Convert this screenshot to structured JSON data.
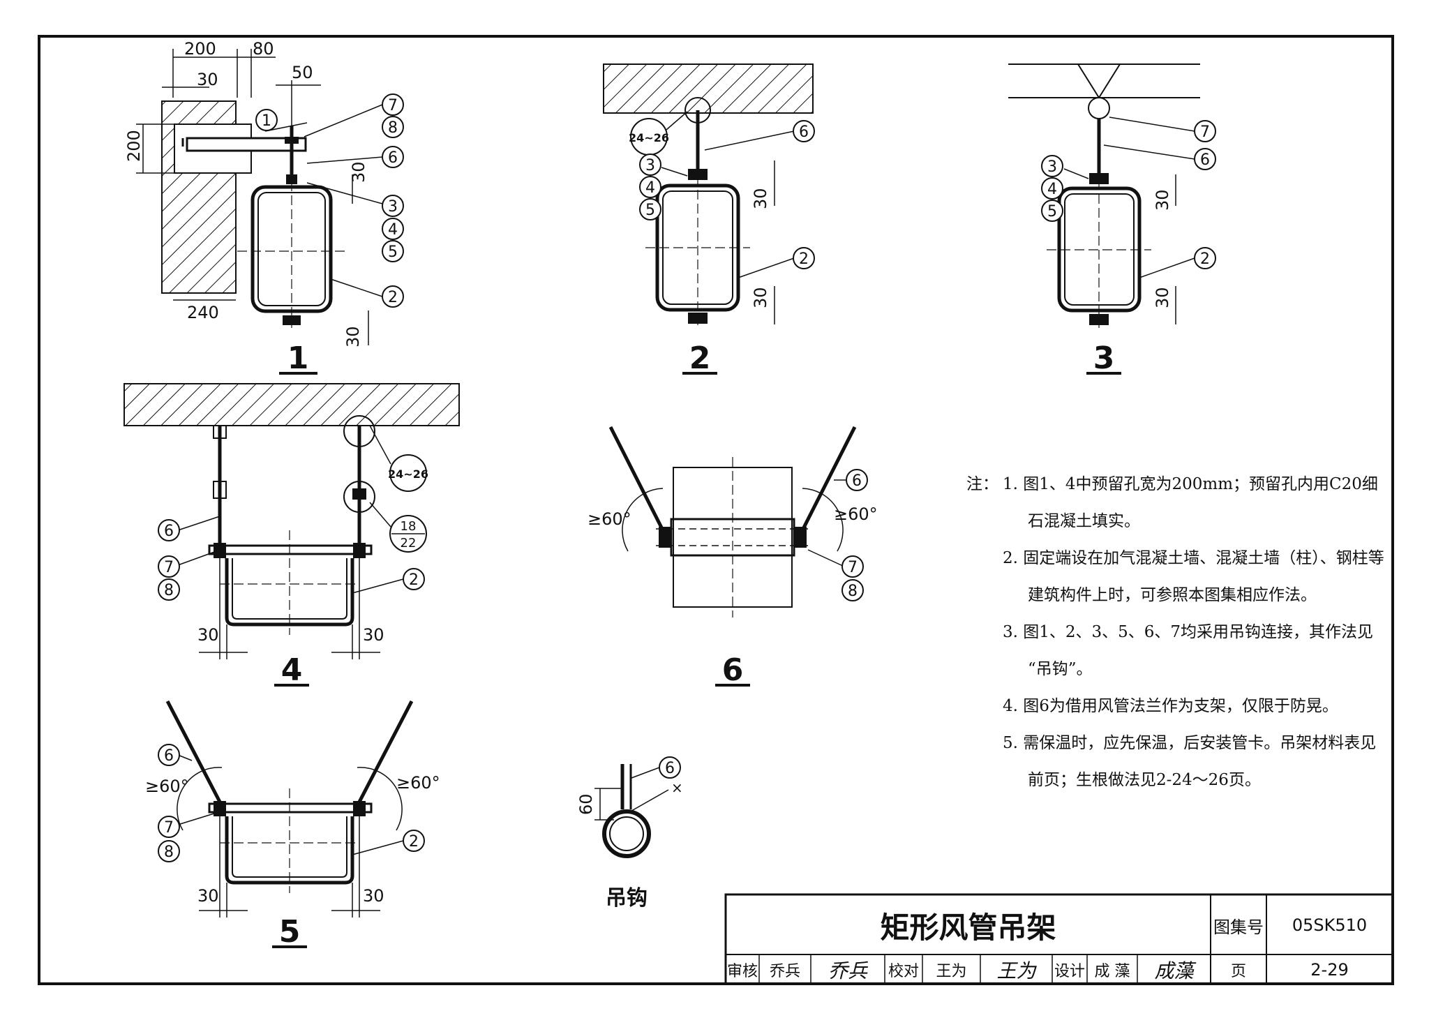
{
  "figures": {
    "f1": {
      "label": "1",
      "dims": [
        "200",
        "80",
        "30",
        "50",
        "200",
        "30",
        "240",
        "30"
      ],
      "callouts": [
        "1",
        "7",
        "8",
        "6",
        "3",
        "4",
        "5",
        "2"
      ]
    },
    "f2": {
      "label": "2",
      "dims": [
        "30",
        "30"
      ],
      "detail_ref": "24~26",
      "callouts": [
        "6",
        "3",
        "4",
        "5",
        "2"
      ]
    },
    "f3": {
      "label": "3",
      "dims": [
        "30",
        "30"
      ],
      "callouts": [
        "7",
        "6",
        "3",
        "4",
        "5",
        "2"
      ]
    },
    "f4": {
      "label": "4",
      "dims": [
        "30",
        "30"
      ],
      "detail_ref_a": "24~26",
      "detail_ref_b_top": "18",
      "detail_ref_b_bottom": "22",
      "callouts": [
        "6",
        "7",
        "8",
        "2"
      ]
    },
    "f5": {
      "label": "5",
      "dims": [
        "30",
        "30"
      ],
      "angles": [
        "≥60°",
        "≥60°"
      ],
      "callouts": [
        "6",
        "7",
        "8",
        "2"
      ]
    },
    "f6": {
      "label": "6",
      "angles": [
        "≥60°",
        "≥60°"
      ],
      "callouts": [
        "6",
        "7",
        "8"
      ]
    },
    "hook": {
      "label": "吊钩",
      "dim": "60",
      "callout": "6",
      "mark": "×"
    }
  },
  "notes": {
    "prefix": "注：",
    "lines": [
      "1. 图1、4中预留孔宽为200mm；预留孔内用C20细",
      "石混凝土填实。",
      "2. 固定端设在加气混凝土墙、混凝土墙（柱）、钢柱等",
      "建筑构件上时，可参照本图集相应作法。",
      "3. 图1、2、3、5、6、7均采用吊钩连接，其作法见",
      "“吊钩”。",
      "4. 图6为借用风管法兰作为支架，仅限于防晃。",
      "5. 需保温时，应先保温，后安装管卡。吊架材料表见",
      "前页；生根做法见2-24～26页。"
    ]
  },
  "title_block": {
    "title": "矩形风管吊架",
    "atlas_label": "图集号",
    "atlas_no": "05SK510",
    "review_label": "审核",
    "reviewer": "乔兵",
    "reviewer_sig": "乔兵",
    "check_label": "校对",
    "checker": "王为",
    "checker_sig": "王为",
    "design_label": "设计",
    "designer": "成 藻",
    "designer_sig": "成藻",
    "page_label": "页",
    "page_no": "2-29"
  }
}
